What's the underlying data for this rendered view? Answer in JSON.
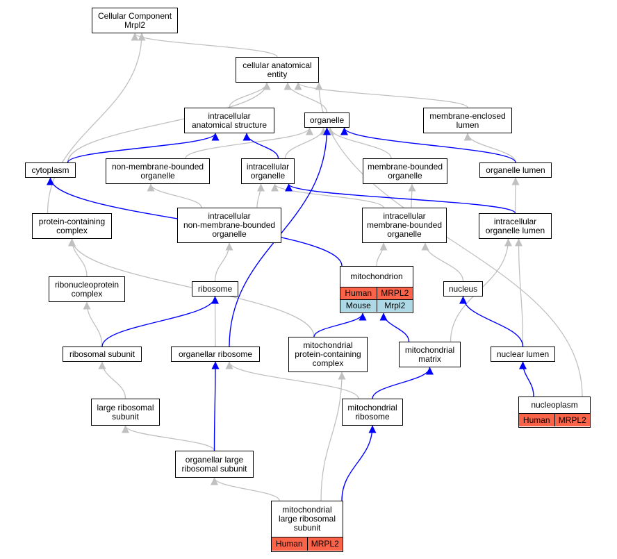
{
  "colors": {
    "is_a_edge": "#c0c0c0",
    "part_of_edge": "#0000ff",
    "human_row": "#fa6347",
    "mouse_row": "#add8e6"
  },
  "nodes": {
    "cc_root": {
      "label": "Cellular Component\nMrpl2"
    },
    "cae": {
      "label": "cellular anatomical\nentity"
    },
    "ias": {
      "label": "intracellular\nanatomical structure"
    },
    "organelle": {
      "label": "organelle"
    },
    "mel": {
      "label": "membrane-enclosed\nlumen"
    },
    "cytoplasm": {
      "label": "cytoplasm"
    },
    "nmbo": {
      "label": "non-membrane-bounded\norganelle"
    },
    "io": {
      "label": "intracellular\norganelle"
    },
    "mbo": {
      "label": "membrane-bounded\norganelle"
    },
    "ol": {
      "label": "organelle lumen"
    },
    "pcc": {
      "label": "protein-containing\ncomplex"
    },
    "inmbo": {
      "label": "intracellular\nnon-membrane-bounded\norganelle"
    },
    "imbo": {
      "label": "intracellular\nmembrane-bounded\norganelle"
    },
    "iol": {
      "label": "intracellular\norganelle lumen"
    },
    "mito": {
      "label": "mitochondrion",
      "rows": [
        {
          "species": "Human",
          "gene": "MRPL2"
        },
        {
          "species": "Mouse",
          "gene": "Mrpl2"
        }
      ]
    },
    "rnp": {
      "label": "ribonucleoprotein\ncomplex"
    },
    "ribosome": {
      "label": "ribosome"
    },
    "nucleus": {
      "label": "nucleus"
    },
    "rsu": {
      "label": "ribosomal subunit"
    },
    "orib": {
      "label": "organellar ribosome"
    },
    "mpcc": {
      "label": "mitochondrial\nprotein-containing\ncomplex"
    },
    "mmatrix": {
      "label": "mitochondrial\nmatrix"
    },
    "nlumen": {
      "label": "nuclear lumen"
    },
    "lrsu": {
      "label": "large ribosomal\nsubunit"
    },
    "mrib": {
      "label": "mitochondrial\nribosome"
    },
    "nucleoplasm": {
      "label": "nucleoplasm",
      "rows": [
        {
          "species": "Human",
          "gene": "MRPL2"
        }
      ]
    },
    "olrsu": {
      "label": "organellar large\nribosomal subunit"
    },
    "mlrsu": {
      "label": "mitochondrial\nlarge ribosomal\nsubunit",
      "rows": [
        {
          "species": "Human",
          "gene": "MRPL2"
        }
      ]
    }
  },
  "edges": [
    {
      "from": "cae",
      "to": "cc_root",
      "type": "is_a"
    },
    {
      "from": "pcc",
      "to": "cc_root",
      "type": "is_a"
    },
    {
      "from": "ias",
      "to": "cae",
      "type": "is_a"
    },
    {
      "from": "organelle",
      "to": "cae",
      "type": "is_a"
    },
    {
      "from": "mel",
      "to": "cae",
      "type": "is_a"
    },
    {
      "from": "cytoplasm",
      "to": "cae",
      "type": "is_a"
    },
    {
      "from": "nucleoplasm",
      "to": "cae",
      "type": "is_a"
    },
    {
      "from": "nmbo",
      "to": "organelle",
      "type": "is_a"
    },
    {
      "from": "io",
      "to": "organelle",
      "type": "is_a"
    },
    {
      "from": "mbo",
      "to": "organelle",
      "type": "is_a"
    },
    {
      "from": "ol",
      "to": "mel",
      "type": "is_a"
    },
    {
      "from": "inmbo",
      "to": "nmbo",
      "type": "is_a"
    },
    {
      "from": "inmbo",
      "to": "io",
      "type": "is_a"
    },
    {
      "from": "imbo",
      "to": "io",
      "type": "is_a"
    },
    {
      "from": "imbo",
      "to": "mbo",
      "type": "is_a"
    },
    {
      "from": "iol",
      "to": "ol",
      "type": "is_a"
    },
    {
      "from": "mito",
      "to": "imbo",
      "type": "is_a"
    },
    {
      "from": "nucleus",
      "to": "imbo",
      "type": "is_a"
    },
    {
      "from": "rnp",
      "to": "pcc",
      "type": "is_a"
    },
    {
      "from": "mpcc",
      "to": "pcc",
      "type": "is_a"
    },
    {
      "from": "ribosome",
      "to": "inmbo",
      "type": "is_a"
    },
    {
      "from": "rsu",
      "to": "rnp",
      "type": "is_a"
    },
    {
      "from": "orib",
      "to": "ribosome",
      "type": "is_a"
    },
    {
      "from": "mmatrix",
      "to": "iol",
      "type": "is_a"
    },
    {
      "from": "nlumen",
      "to": "iol",
      "type": "is_a"
    },
    {
      "from": "lrsu",
      "to": "rsu",
      "type": "is_a"
    },
    {
      "from": "mrib",
      "to": "orib",
      "type": "is_a"
    },
    {
      "from": "olrsu",
      "to": "lrsu",
      "type": "is_a"
    },
    {
      "from": "mlrsu",
      "to": "olrsu",
      "type": "is_a"
    },
    {
      "from": "mlrsu",
      "to": "mpcc",
      "type": "is_a"
    },
    {
      "from": "cytoplasm",
      "to": "ias",
      "type": "part_of"
    },
    {
      "from": "io",
      "to": "ias",
      "type": "part_of"
    },
    {
      "from": "ol",
      "to": "organelle",
      "type": "part_of"
    },
    {
      "from": "orib",
      "to": "organelle",
      "type": "part_of"
    },
    {
      "from": "iol",
      "to": "io",
      "type": "part_of"
    },
    {
      "from": "mito",
      "to": "cytoplasm",
      "type": "part_of"
    },
    {
      "from": "rsu",
      "to": "ribosome",
      "type": "part_of"
    },
    {
      "from": "mpcc",
      "to": "mito",
      "type": "part_of"
    },
    {
      "from": "mmatrix",
      "to": "mito",
      "type": "part_of"
    },
    {
      "from": "nlumen",
      "to": "nucleus",
      "type": "part_of"
    },
    {
      "from": "mrib",
      "to": "mmatrix",
      "type": "part_of"
    },
    {
      "from": "nucleoplasm",
      "to": "nlumen",
      "type": "part_of"
    },
    {
      "from": "olrsu",
      "to": "orib",
      "type": "part_of"
    },
    {
      "from": "mlrsu",
      "to": "mrib",
      "type": "part_of"
    }
  ]
}
